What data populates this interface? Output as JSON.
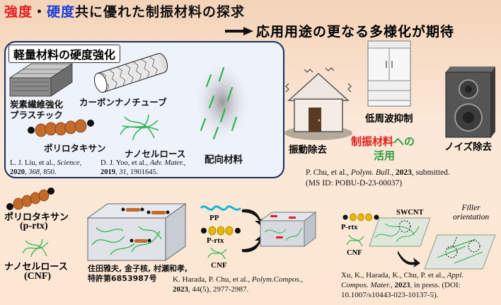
{
  "header": {
    "title_part1": "強度",
    "title_sep": "・",
    "title_part2": "硬度",
    "title_rest": "共に優れた制振材料の探求",
    "subtitle": "応用用途の更なる多様化が期待"
  },
  "lightweight_box": {
    "title": "軽量材料の硬度強化",
    "cfrp_label_line1": "炭素繊維強化",
    "cfrp_label_line2": "プラスチック",
    "cnt_label": "カーボンナノチューブ",
    "prtx_label": "ポリロタキサン",
    "cnf_label": "ナノセルロース",
    "oriented_label": "配向材料",
    "ref1_line1": "L. J. Liu, et al., ",
    "ref1_journal": "Science",
    "ref1_line2_year": "2020",
    "ref1_line2_vol": "368",
    "ref1_line2_page": ", 850.",
    "ref2_line1": "D. J. Yoo, et al., ",
    "ref2_journal": "Adv. Mater.",
    "ref2_line2_year": "2019",
    "ref2_line2_vol": "31",
    "ref2_line2_page": ", 1901645."
  },
  "applications": {
    "house_label": "振動除去",
    "lowfreq_label": "低周波抑制",
    "noise_label": "ノイズ除去",
    "center_label_red": "制振材料",
    "center_label_green1": "への",
    "center_label_green2": "活用",
    "ref_line1_a": "P. Chu, et al., ",
    "ref_line1_journal": "Polym. Bull.",
    "ref_line1_year": "2023",
    "ref_line1_b": ", submitted.",
    "ref_line2": "(MS ID: POBU-D-23-00037)"
  },
  "bottom_left": {
    "prtx_label": "ポリロタキサン",
    "prtx_abbr": "(p-rtx)",
    "cnf_label": "ナノセルロース",
    "cnf_abbr": "(CNF)",
    "patent_line1": "住田雅夫, 金子核, 村瀬和孝,",
    "patent_line2": "特許第6853987号"
  },
  "bottom_middle": {
    "pp_label": "PP",
    "prtx_label": "P-rtx",
    "cnf_label": "CNF",
    "ref_line1_a": "K. Harada, P. Chu, et al., ",
    "ref_line1_journal": "Polym.Compos.",
    "ref_line1_end": ",",
    "ref_line2_year": "2023",
    "ref_line2_rest": ", 44(5), 2977-2987."
  },
  "bottom_right": {
    "prtx_label": "P-rtx",
    "swcnt_label": "SWCNT",
    "cnf_label": "CNF",
    "filler_line1": "Filler",
    "filler_line2": "orientation",
    "ref_line1_a": "Xu, K., Harada, K., Chu, P. et al., ",
    "ref_line1_journal": "Appl.",
    "ref_line2_journal": "Compos. Mater.",
    "ref_line2_year": "2023",
    "ref_line2_rest": ", in press. (DOI:",
    "ref_line3": "10.1007/s10443-023-10137-5)."
  },
  "colors": {
    "red_accent": "#e11e1e",
    "blue_accent": "#1f3fd6",
    "green_label": "#2e9b3e",
    "box_border": "#1a2e5c",
    "box_fill": "#eef2fb"
  }
}
